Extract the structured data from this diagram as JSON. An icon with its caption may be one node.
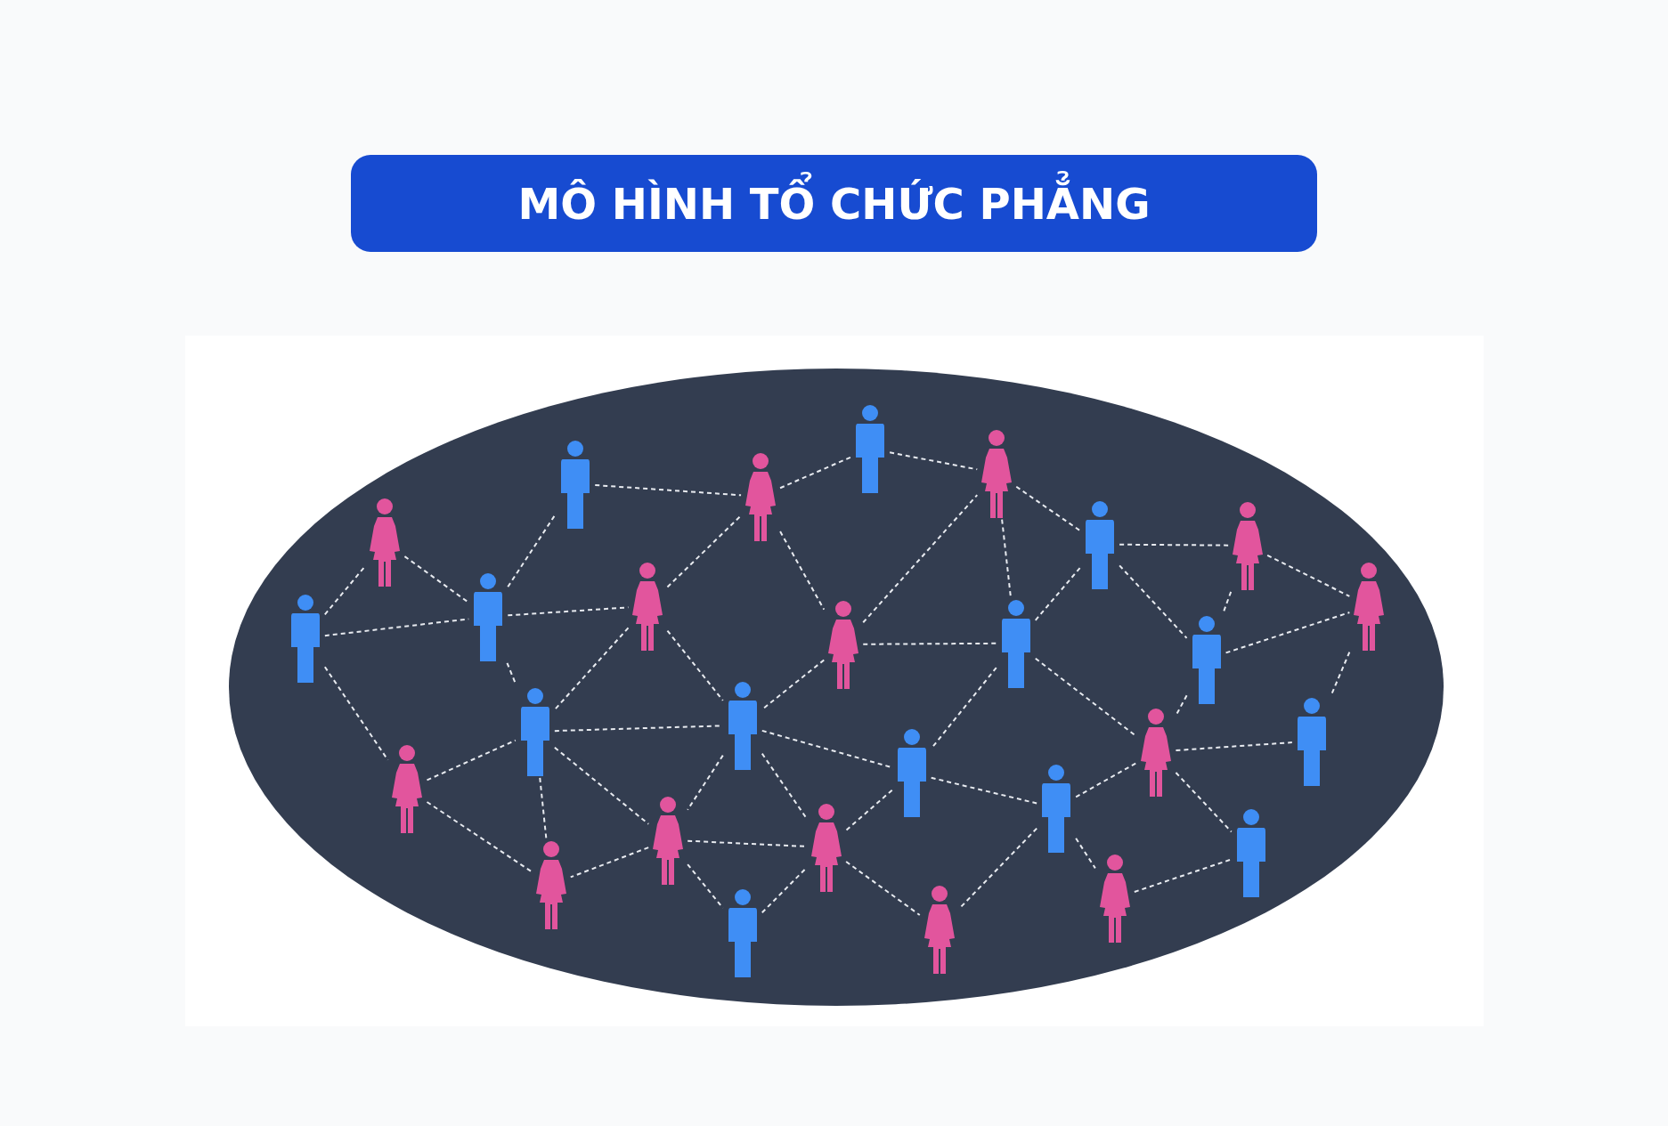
{
  "diagram": {
    "title": "MÔ HÌNH TỔ CHỨC PHẲNG",
    "nodes": [
      {
        "text": [],
        "shape": "person"
      },
      {
        "text": [],
        "shape": "person"
      },
      {
        "text": [],
        "shape": "person"
      },
      {
        "text": [],
        "shape": "person"
      },
      {
        "text": [],
        "shape": "person"
      },
      {
        "text": [],
        "shape": "person"
      },
      {
        "text": [],
        "shape": "person"
      },
      {
        "text": [],
        "shape": "person"
      },
      {
        "text": [],
        "shape": "person"
      },
      {
        "text": [],
        "shape": "person"
      },
      {
        "text": [],
        "shape": "person"
      },
      {
        "text": [],
        "shape": "person"
      },
      {
        "text": [],
        "shape": "person"
      },
      {
        "text": [],
        "shape": "person"
      },
      {
        "text": [],
        "shape": "person"
      },
      {
        "text": [],
        "shape": "person"
      },
      {
        "text": [],
        "shape": "person"
      },
      {
        "text": [],
        "shape": "person"
      },
      {
        "text": [],
        "shape": "person"
      },
      {
        "text": [],
        "shape": "person"
      },
      {
        "text": [],
        "shape": "person"
      },
      {
        "text": [],
        "shape": "person"
      },
      {
        "text": [],
        "shape": "person"
      },
      {
        "text": [],
        "shape": "person"
      },
      {
        "text": [],
        "shape": "person"
      },
      {
        "text": [],
        "shape": "person"
      },
      {
        "text": [],
        "shape": "person"
      },
      {
        "text": [],
        "shape": "person"
      }
    ],
    "edges": [
      {
        "from": 7,
        "to": 4,
        "arrow": "none",
        "style": "dashed"
      },
      {
        "from": 4,
        "to": 8,
        "arrow": "none",
        "style": "dashed"
      },
      {
        "from": 7,
        "to": 8,
        "arrow": "none",
        "style": "dashed"
      },
      {
        "from": 8,
        "to": 1,
        "arrow": "none",
        "style": "dashed"
      },
      {
        "from": 1,
        "to": 2,
        "arrow": "none",
        "style": "dashed"
      },
      {
        "from": 2,
        "to": 0,
        "arrow": "none",
        "style": "dashed"
      },
      {
        "from": 0,
        "to": 3,
        "arrow": "none",
        "style": "dashed"
      },
      {
        "from": 8,
        "to": 9,
        "arrow": "none",
        "style": "dashed"
      },
      {
        "from": 9,
        "to": 2,
        "arrow": "none",
        "style": "dashed"
      },
      {
        "from": 2,
        "to": 10,
        "arrow": "none",
        "style": "dashed"
      },
      {
        "from": 10,
        "to": 3,
        "arrow": "none",
        "style": "dashed"
      },
      {
        "from": 3,
        "to": 5,
        "arrow": "none",
        "style": "dashed"
      },
      {
        "from": 3,
        "to": 11,
        "arrow": "none",
        "style": "dashed"
      },
      {
        "from": 5,
        "to": 6,
        "arrow": "none",
        "style": "dashed"
      },
      {
        "from": 11,
        "to": 5,
        "arrow": "none",
        "style": "dashed"
      },
      {
        "from": 5,
        "to": 13,
        "arrow": "none",
        "style": "dashed"
      },
      {
        "from": 6,
        "to": 12,
        "arrow": "none",
        "style": "dashed"
      },
      {
        "from": 6,
        "to": 13,
        "arrow": "none",
        "style": "dashed"
      },
      {
        "from": 13,
        "to": 12,
        "arrow": "none",
        "style": "dashed"
      },
      {
        "from": 12,
        "to": 17,
        "arrow": "none",
        "style": "dashed"
      },
      {
        "from": 10,
        "to": 11,
        "arrow": "none",
        "style": "dashed"
      },
      {
        "from": 9,
        "to": 14,
        "arrow": "none",
        "style": "dashed"
      },
      {
        "from": 9,
        "to": 15,
        "arrow": "none",
        "style": "dashed"
      },
      {
        "from": 8,
        "to": 14,
        "arrow": "none",
        "style": "dashed"
      },
      {
        "from": 10,
        "to": 15,
        "arrow": "none",
        "style": "dashed"
      },
      {
        "from": 14,
        "to": 15,
        "arrow": "none",
        "style": "dashed"
      },
      {
        "from": 11,
        "to": 18,
        "arrow": "none",
        "style": "dashed"
      },
      {
        "from": 11,
        "to": 16,
        "arrow": "none",
        "style": "dashed"
      },
      {
        "from": 13,
        "to": 16,
        "arrow": "none",
        "style": "dashed"
      },
      {
        "from": 16,
        "to": 17,
        "arrow": "none",
        "style": "dashed"
      },
      {
        "from": 7,
        "to": 19,
        "arrow": "none",
        "style": "dashed"
      },
      {
        "from": 19,
        "to": 14,
        "arrow": "none",
        "style": "dashed"
      },
      {
        "from": 19,
        "to": 24,
        "arrow": "none",
        "style": "dashed"
      },
      {
        "from": 14,
        "to": 24,
        "arrow": "none",
        "style": "dashed"
      },
      {
        "from": 14,
        "to": 21,
        "arrow": "none",
        "style": "dashed"
      },
      {
        "from": 15,
        "to": 21,
        "arrow": "none",
        "style": "dashed"
      },
      {
        "from": 15,
        "to": 22,
        "arrow": "none",
        "style": "dashed"
      },
      {
        "from": 15,
        "to": 18,
        "arrow": "none",
        "style": "dashed"
      },
      {
        "from": 18,
        "to": 22,
        "arrow": "none",
        "style": "dashed"
      },
      {
        "from": 18,
        "to": 20,
        "arrow": "none",
        "style": "dashed"
      },
      {
        "from": 20,
        "to": 16,
        "arrow": "none",
        "style": "dashed"
      },
      {
        "from": 16,
        "to": 23,
        "arrow": "none",
        "style": "dashed"
      },
      {
        "from": 20,
        "to": 25,
        "arrow": "none",
        "style": "dashed"
      },
      {
        "from": 25,
        "to": 23,
        "arrow": "none",
        "style": "dashed"
      },
      {
        "from": 20,
        "to": 27,
        "arrow": "none",
        "style": "dashed"
      },
      {
        "from": 22,
        "to": 27,
        "arrow": "none",
        "style": "dashed"
      },
      {
        "from": 21,
        "to": 22,
        "arrow": "none",
        "style": "dashed"
      },
      {
        "from": 21,
        "to": 24,
        "arrow": "none",
        "style": "dashed"
      },
      {
        "from": 21,
        "to": 26,
        "arrow": "none",
        "style": "dashed"
      },
      {
        "from": 26,
        "to": 22,
        "arrow": "none",
        "style": "dashed"
      }
    ]
  }
}
